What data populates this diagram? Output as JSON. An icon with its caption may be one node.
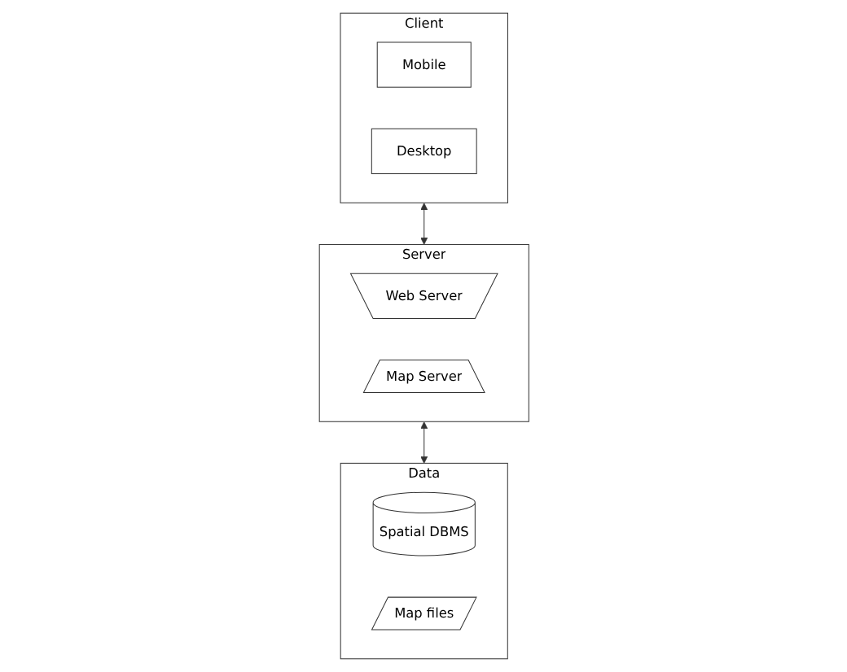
{
  "diagram": {
    "nodes": [
      {
        "text": [
          "Client"
        ]
      },
      {
        "text": [
          "Mobile"
        ],
        "in": 0
      },
      {
        "text": [
          "Desktop"
        ],
        "in": 0
      },
      {
        "text": [
          "Server"
        ]
      },
      {
        "text": [
          "Web Server"
        ],
        "in": 3
      },
      {
        "text": [
          "Map Server"
        ],
        "in": 3
      },
      {
        "text": [
          "Data"
        ]
      },
      {
        "text": [
          "Spatial DBMS"
        ],
        "in": 6
      },
      {
        "text": [
          "Map files"
        ],
        "in": 6
      }
    ],
    "edges": [
      {
        "from": 0,
        "to": 3,
        "arrow": "both"
      },
      {
        "from": 3,
        "to": 6,
        "arrow": "both"
      }
    ]
  }
}
